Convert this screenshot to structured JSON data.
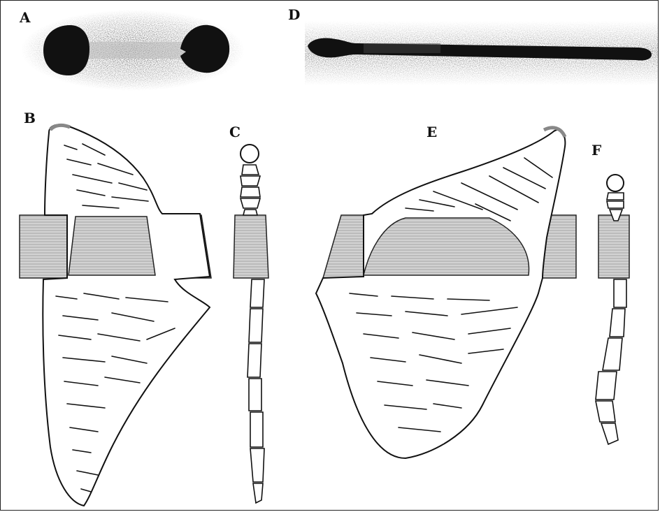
{
  "figure": {
    "panel_labels": {
      "a": "A",
      "b": "B",
      "c": "C",
      "d": "D",
      "e": "E",
      "f": "F"
    },
    "colors": {
      "ink": "#111111",
      "stipple": "#8a8a8a",
      "substrate_fill": "#cfcfcf",
      "substrate_hatch": "#9a9a9a",
      "cell_fill": "#ffffff"
    }
  }
}
